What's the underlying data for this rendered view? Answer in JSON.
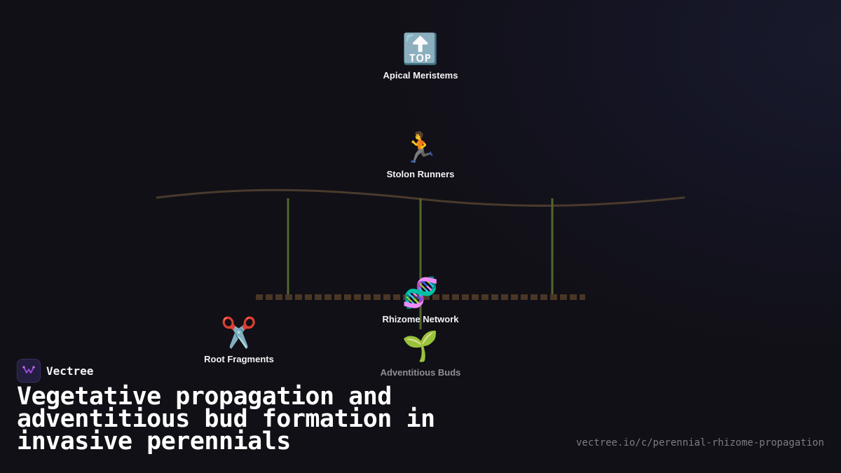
{
  "brand": {
    "name": "Vectree",
    "accent": "#a24de0"
  },
  "headline": "Vegetative propagation and adventitious bud formation in invasive perennials",
  "url": "vectree.io/c/perennial-rhizome-propagation",
  "colors": {
    "background": "#111016",
    "stem": "#4a3a2c",
    "stalk": "#52662e",
    "rhizome": "#4a3626",
    "label": "#f2f2f4",
    "label_dim": "#8f8f96"
  },
  "nodes": {
    "apical": {
      "icon": "🔝",
      "icon_name": "top-arrow-icon",
      "label": "Apical Meristems"
    },
    "stolon": {
      "icon": "🏃",
      "icon_name": "runner-icon",
      "label": "Stolon Runners"
    },
    "rhizome": {
      "icon": "🧬",
      "icon_name": "dna-icon",
      "label": "Rhizome Network"
    },
    "fragments": {
      "icon": "✂️",
      "icon_name": "scissors-icon",
      "label": "Root Fragments"
    },
    "buds": {
      "icon": "🌱",
      "icon_name": "seedling-icon",
      "label": "Adventitious Buds"
    }
  }
}
